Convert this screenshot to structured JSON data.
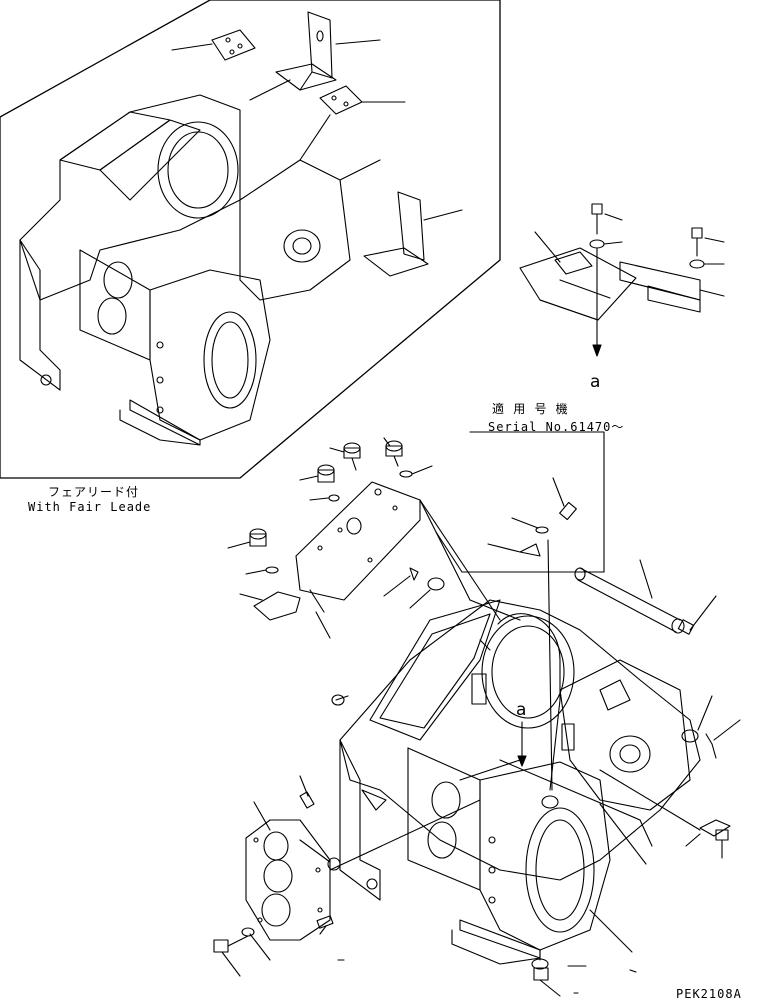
{
  "drawing": {
    "inset_caption_jp": "フェアリード付",
    "inset_caption_en": "With Fair Leade",
    "serial_caption_jp": "適 用 号 機",
    "serial_caption_en": "Serial No.61470〜",
    "view_marker_top": "a",
    "view_marker_main": "a",
    "drawing_code": "PEK2108A"
  },
  "colors": {
    "line": "#000000",
    "paper": "#ffffff"
  }
}
